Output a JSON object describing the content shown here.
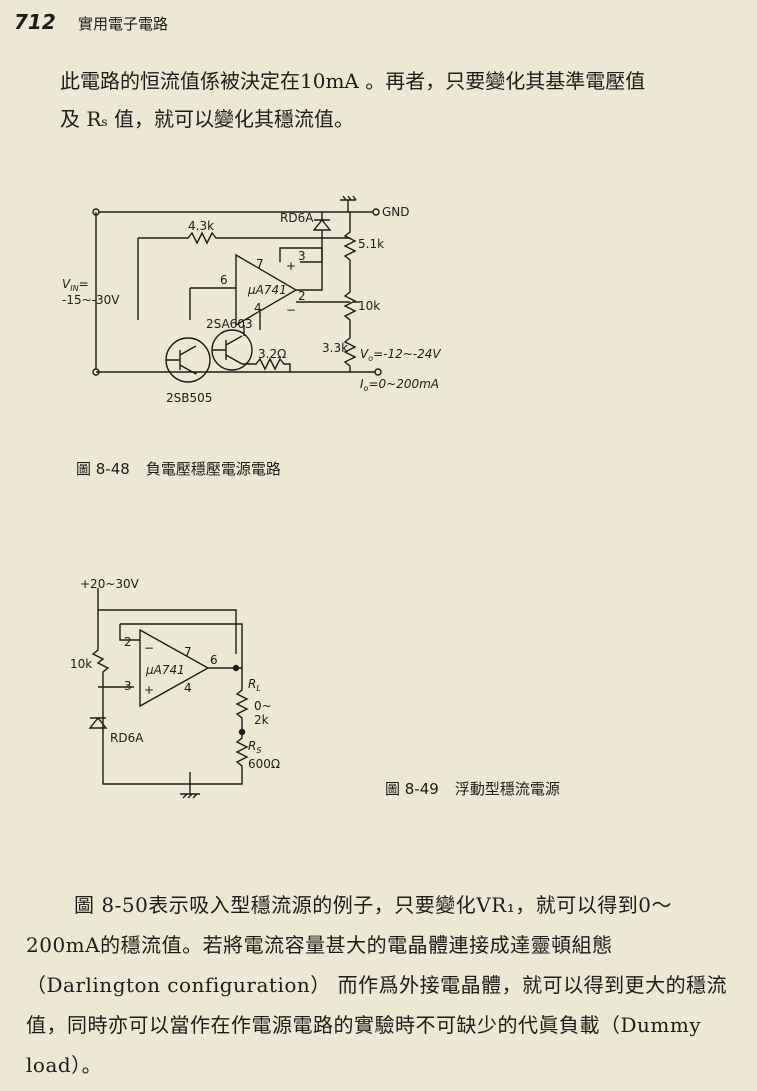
{
  "header": {
    "page_number": "712",
    "book_title": "實用電子電路"
  },
  "paragraph1": {
    "line1": "此電路的恒流值係被決定在10mA 。再者，只要變化其基準電壓值",
    "line2_pre": "及 R",
    "line2_sub": "s",
    "line2_post": " 值，就可以變化其穩流值。"
  },
  "figure48": {
    "caption_number": "圖 8-48",
    "caption_title": "負電壓穩壓電源電路",
    "labels": {
      "gnd": "GND",
      "rd6a": "RD6A",
      "r43k": "4.3k",
      "r51k": "5.1k",
      "vin": "V",
      "vin_sub": "IN",
      "vin_eq": "=",
      "vin_range": "-15~-30V",
      "pin7": "7",
      "pin3": "3",
      "pin6": "6",
      "pin2": "2",
      "pin4": "4",
      "plus": "+",
      "minus": "−",
      "opamp": "μA741",
      "r10k": "10k",
      "q2": "2SA603",
      "r33k": "3.3k",
      "r32": "3.2Ω",
      "vo": "V",
      "vo_sub": "o",
      "vo_range": "=-12~-24V",
      "io": "I",
      "io_sub": "o",
      "io_range": "=0~200mA",
      "q1": "2SB505"
    }
  },
  "figure49": {
    "caption_number": "圖 8-49",
    "caption_title": "浮動型穩流電源",
    "labels": {
      "vplus": "+20~30V",
      "r10k": "10k",
      "pin2": "2",
      "pin3": "3",
      "pin7": "7",
      "pin6": "6",
      "pin4": "4",
      "minus": "−",
      "plus": "+",
      "opamp": "μA741",
      "rd6a": "RD6A",
      "rl": "R",
      "rl_sub": "L",
      "rl_val1": "0~",
      "rl_val2": "2k",
      "rs": "R",
      "rs_sub": "S",
      "rs_val": "600Ω"
    }
  },
  "paragraph2": {
    "text": "圖 8-50表示吸入型穩流源的例子，只要變化VR₁，就可以得到0～200mA的穩流值。若將電流容量甚大的電晶體連接成達靈頓組態（Darlington configuration） 而作爲外接電晶體，就可以得到更大的穩流值，同時亦可以當作在作電源電路的實驗時不可缺少的代眞負載（Dummy load）。"
  }
}
